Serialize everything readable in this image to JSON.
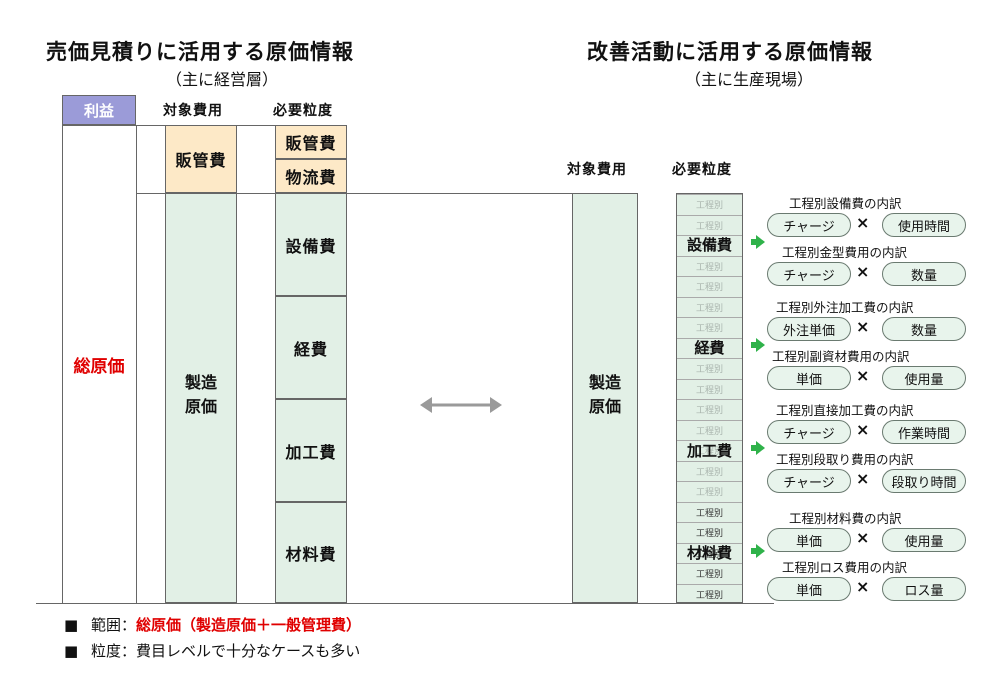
{
  "left": {
    "title": "売価見積りに活用する原価情報",
    "subtitle": "（主に経営層）",
    "profit_label": "利益",
    "col_target": "対象費用",
    "col_granularity": "必要粒度",
    "total_cost": "総原価",
    "sga": "販管費",
    "granular_top": [
      "販管費",
      "物流費"
    ],
    "mfg_cost": "製造原価",
    "granular_mfg": [
      "設備費",
      "経費",
      "加工費",
      "材料費"
    ]
  },
  "right": {
    "title": "改善活動に活用する原価情報",
    "subtitle": "（主に生産現場）",
    "col_target": "対象費用",
    "col_granularity": "必要粒度",
    "mfg_cost": "製造原価",
    "sub_label": "工程別",
    "categories": [
      "設備費",
      "経費",
      "加工費",
      "材料費"
    ]
  },
  "details": [
    {
      "label": "工程別設備費の内訳",
      "a": "チャージ",
      "b": "使用時間"
    },
    {
      "label": "工程別金型費用の内訳",
      "a": "チャージ",
      "b": "数量"
    },
    {
      "label": "工程別外注加工費の内訳",
      "a": "外注単価",
      "b": "数量"
    },
    {
      "label": "工程別副資材費用の内訳",
      "a": "単価",
      "b": "使用量"
    },
    {
      "label": "工程別直接加工費の内訳",
      "a": "チャージ",
      "b": "作業時間"
    },
    {
      "label": "工程別段取り費用の内訳",
      "a": "チャージ",
      "b": "段取り時間"
    },
    {
      "label": "工程別材料費の内訳",
      "a": "単価",
      "b": "使用量"
    },
    {
      "label": "工程別ロス費用の内訳",
      "a": "単価",
      "b": "ロス量"
    }
  ],
  "times_symbol": "×",
  "notes": {
    "bullet": "■",
    "range_label": "範囲：",
    "range_value": "総原価（製造原価＋一般管理費）",
    "granularity_label": "粒度：",
    "granularity_value": "費目レベルで十分なケースも多い"
  },
  "colors": {
    "green_fill": "#e2f0e6",
    "orange_fill": "#fde9c7",
    "profit_fill": "#9b9bd8",
    "arrow_green": "#2fb24a",
    "highlight_red": "#e00000"
  }
}
